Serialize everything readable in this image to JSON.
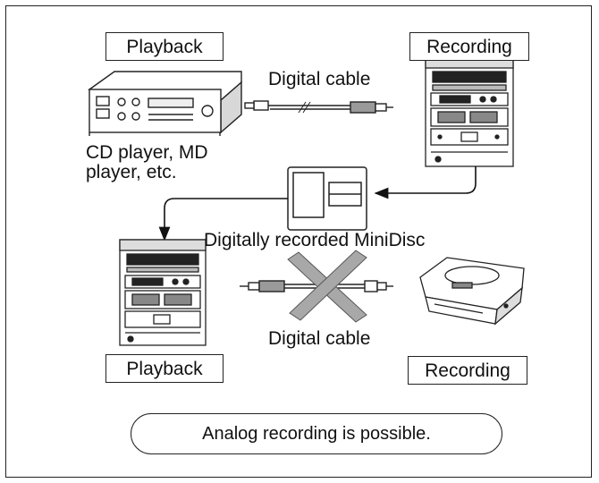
{
  "labels": {
    "playback_top": "Playback",
    "recording_top": "Recording",
    "playback_bottom": "Playback",
    "recording_bottom": "Recording"
  },
  "cables": {
    "top": "Digital cable",
    "bottom": "Digital cable"
  },
  "devices": {
    "source_caption_line1": "CD player, MD",
    "source_caption_line2": "player, etc.",
    "disc_caption": "Digitally recorded MiniDisc"
  },
  "note": {
    "text": "Analog recording is possible."
  },
  "icons": [
    "cd-player-icon",
    "stereo-system-icon",
    "minidisc-icon",
    "md-portable-recorder-icon",
    "digital-cable-icon",
    "cross-out-icon"
  ]
}
